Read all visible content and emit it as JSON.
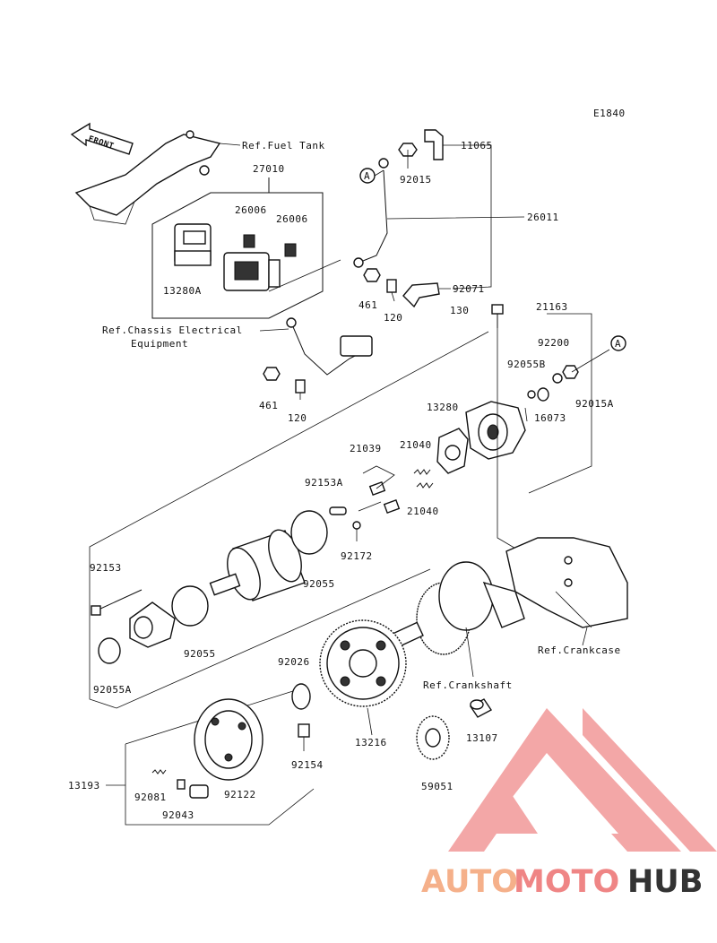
{
  "diagram": {
    "code": "E1840",
    "front_label": "FRONT",
    "refs": {
      "fuel_tank": "Ref.Fuel Tank",
      "chassis_line1": "Ref.Chassis Electrical",
      "chassis_line2": "Equipment",
      "crankcase": "Ref.Crankcase",
      "crankshaft": "Ref.Crankshaft"
    },
    "callout_a": "A",
    "parts": {
      "p27010": "27010",
      "p26006a": "26006",
      "p26006b": "26006",
      "p13280A": "13280A",
      "p461a": "461",
      "p120a": "120",
      "p461b": "461",
      "p120b": "120",
      "p11065": "11065",
      "p92015": "92015",
      "p26011": "26011",
      "p92071": "92071",
      "p130": "130",
      "p21163": "21163",
      "p92200": "92200",
      "p92055B": "92055B",
      "p92015A": "92015A",
      "p16073": "16073",
      "p13280": "13280",
      "p21039": "21039",
      "p21040a": "21040",
      "p21040b": "21040",
      "p92153A": "92153A",
      "p92172": "92172",
      "p92055a": "92055",
      "p92153": "92153",
      "p92055b": "92055",
      "p92055A": "92055A",
      "p92026": "92026",
      "p13216": "13216",
      "p13107": "13107",
      "p59051": "59051",
      "p92154": "92154",
      "p13193": "13193",
      "p92081": "92081",
      "p92122": "92122",
      "p92043": "92043"
    }
  },
  "watermark": {
    "brand_part1": "AUTO",
    "brand_part2": "MOTO",
    "brand_part3": "HUB",
    "colors": {
      "auto": "#f5b08a",
      "moto": "#f08a8a",
      "hub": "#333333",
      "logo": "#ec7d7d"
    }
  }
}
